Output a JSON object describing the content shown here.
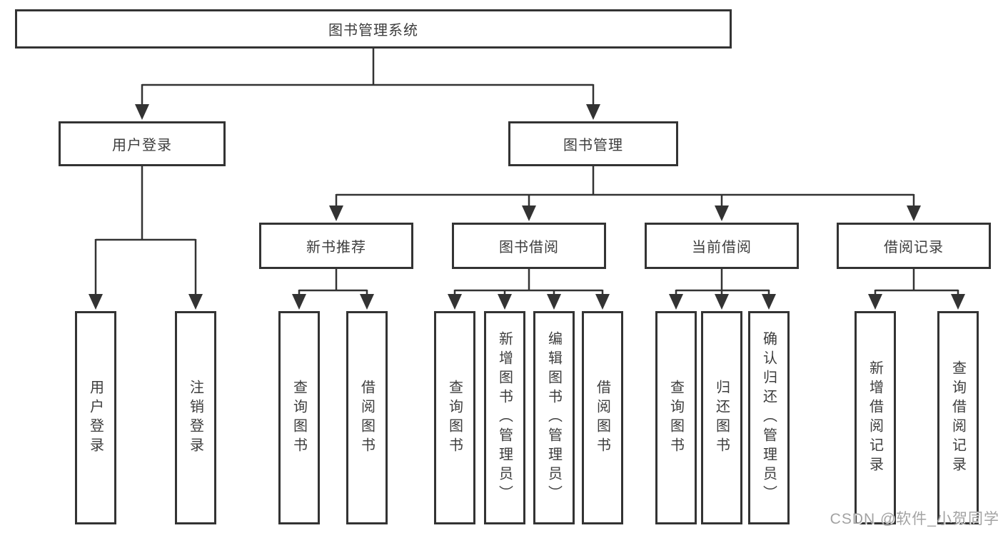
{
  "colors": {
    "line": "#333333",
    "box_border": "#333333",
    "text": "#3d3d3d",
    "watermark": "#a3a3a3",
    "background": "#ffffff"
  },
  "tree": {
    "root": {
      "label": "图书管理系统"
    },
    "children": [
      {
        "label": "用户登录",
        "children": [
          {
            "label": "用户登录"
          },
          {
            "label": "注销登录"
          }
        ]
      },
      {
        "label": "图书管理",
        "children": [
          {
            "label": "新书推荐",
            "children": [
              {
                "label": "查询图书"
              },
              {
                "label": "借阅图书"
              }
            ]
          },
          {
            "label": "图书借阅",
            "children": [
              {
                "label": "查询图书"
              },
              {
                "label": "新增图书（管理员）"
              },
              {
                "label": "编辑图书（管理员）"
              },
              {
                "label": "借阅图书"
              }
            ]
          },
          {
            "label": "当前借阅",
            "children": [
              {
                "label": "查询图书"
              },
              {
                "label": "归还图书"
              },
              {
                "label": "确认归还（管理员）"
              }
            ]
          },
          {
            "label": "借阅记录",
            "children": [
              {
                "label": "新增借阅记录"
              },
              {
                "label": "查询借阅记录"
              }
            ]
          }
        ]
      }
    ]
  },
  "watermark": {
    "text": "CSDN @软件_小贺同学"
  }
}
